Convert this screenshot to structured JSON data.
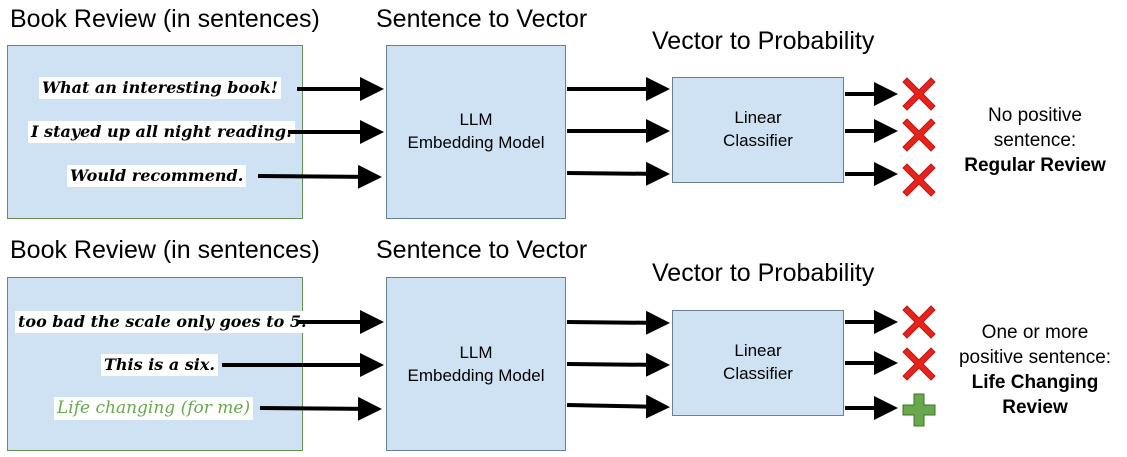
{
  "panels": [
    {
      "heading_reviews": "Book Review (in sentences)",
      "heading_vector": "Sentence to Vector",
      "heading_probability": "Vector to Probability",
      "sentences": [
        {
          "text": "What an interesting book!",
          "positive": false
        },
        {
          "text": "I stayed up all night reading.",
          "positive": false
        },
        {
          "text": "Would recommend.",
          "positive": false
        }
      ],
      "model_label": [
        "LLM",
        "Embedding Model"
      ],
      "classifier_label": [
        "Linear",
        "Classifier"
      ],
      "outcomes": [
        "cross-icon",
        "cross-icon",
        "cross-icon"
      ],
      "result_text": [
        "No positive",
        "sentence:"
      ],
      "result_bold": [
        "Regular Review"
      ]
    },
    {
      "heading_reviews": "Book Review (in sentences)",
      "heading_vector": "Sentence to Vector",
      "heading_probability": "Vector to Probability",
      "sentences": [
        {
          "text": "too bad the scale only goes to 5.",
          "positive": false
        },
        {
          "text": "This is a six.",
          "positive": false
        },
        {
          "text": "Life changing (for me)",
          "positive": true
        }
      ],
      "model_label": [
        "LLM",
        "Embedding Model"
      ],
      "classifier_label": [
        "Linear",
        "Classifier"
      ],
      "outcomes": [
        "cross-icon",
        "cross-icon",
        "plus-icon"
      ],
      "result_text": [
        "One or more",
        "positive sentence:"
      ],
      "result_bold": [
        "Life Changing",
        "Review"
      ]
    }
  ],
  "colors": {
    "box_fill": "#cfe2f3",
    "cross": "#e8211b",
    "plus": "#6aa84f",
    "positive_text": "#6aa84f"
  }
}
